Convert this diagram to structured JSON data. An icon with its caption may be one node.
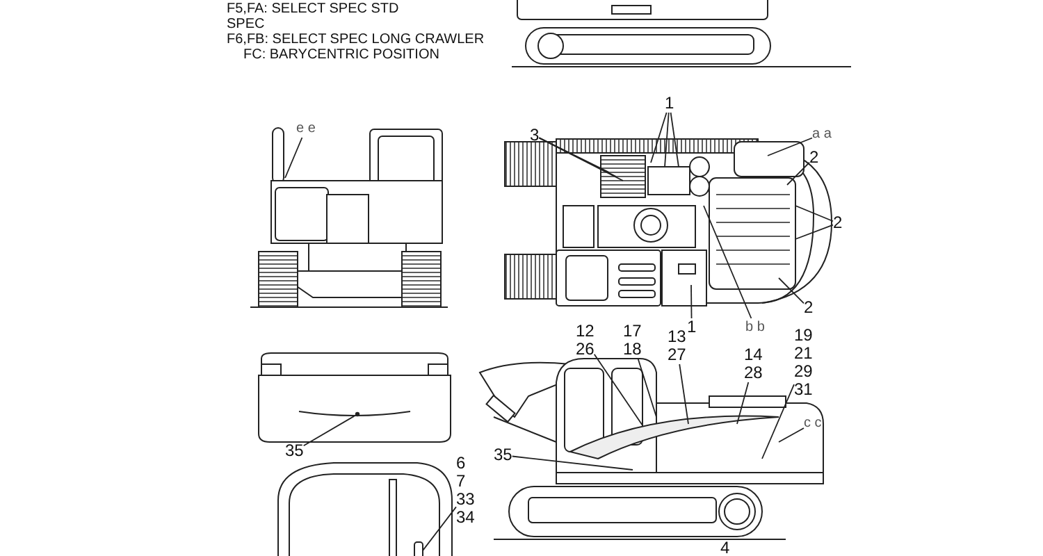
{
  "diagram": {
    "nodes": [
      {
        "text": [
          "3"
        ]
      },
      {
        "text": [
          "1"
        ]
      },
      {
        "text": [
          "a a"
        ]
      },
      {
        "text": [
          "2"
        ]
      },
      {
        "text": [
          "2"
        ]
      },
      {
        "text": [
          "2"
        ]
      },
      {
        "text": [
          "1"
        ]
      },
      {
        "text": [
          "b b"
        ]
      },
      {
        "text": [
          "e e"
        ]
      },
      {
        "text": [
          "12",
          "26"
        ]
      },
      {
        "text": [
          "17",
          "18"
        ]
      },
      {
        "text": [
          "13",
          "27"
        ]
      },
      {
        "text": [
          "14",
          "28"
        ]
      },
      {
        "text": [
          "19",
          "21",
          "29",
          "31"
        ]
      },
      {
        "text": [
          "c c"
        ]
      },
      {
        "text": [
          "35"
        ]
      },
      {
        "text": [
          "35"
        ]
      },
      {
        "text": [
          "6",
          "7",
          "33",
          "34"
        ]
      },
      {
        "text": [],
        "shape": "bar"
      }
    ],
    "edges": [
      {
        "from": 0,
        "to": null,
        "arrow": "none"
      },
      {
        "from": 0,
        "to": null,
        "arrow": "none"
      },
      {
        "from": 0,
        "to": null,
        "arrow": "none"
      },
      {
        "from": 1,
        "to": null,
        "arrow": "none"
      },
      {
        "from": 1,
        "to": null,
        "arrow": "none"
      },
      {
        "from": 1,
        "to": null,
        "arrow": "none"
      },
      {
        "from": 2,
        "to": null,
        "arrow": "none"
      },
      {
        "from": 3,
        "to": null,
        "arrow": "none"
      },
      {
        "from": 4,
        "to": null,
        "arrow": "none"
      },
      {
        "from": 4,
        "to": null,
        "arrow": "none"
      },
      {
        "from": 5,
        "to": null,
        "arrow": "none"
      },
      {
        "from": 6,
        "to": null,
        "arrow": "none"
      },
      {
        "from": 7,
        "to": null,
        "arrow": "none"
      },
      {
        "from": 8,
        "to": null,
        "arrow": "none"
      },
      {
        "from": 9,
        "to": null,
        "arrow": "none"
      },
      {
        "from": 10,
        "to": null,
        "arrow": "none"
      },
      {
        "from": 11,
        "to": null,
        "arrow": "none"
      },
      {
        "from": 12,
        "to": null,
        "arrow": "none"
      },
      {
        "from": 13,
        "to": null,
        "arrow": "none"
      },
      {
        "from": 14,
        "to": null,
        "arrow": "none"
      },
      {
        "from": 15,
        "to": null,
        "arrow": "none"
      },
      {
        "from": 16,
        "to": null,
        "arrow": "other"
      },
      {
        "from": 17,
        "to": 18,
        "arrow": "none"
      }
    ],
    "labels": [
      "F5,FA: SELECT SPEC STD SPEC",
      "F6,FB: SELECT SPEC LONG CRAWLER",
      "FC: BARYCENTRIC POSITION",
      "4"
    ]
  }
}
